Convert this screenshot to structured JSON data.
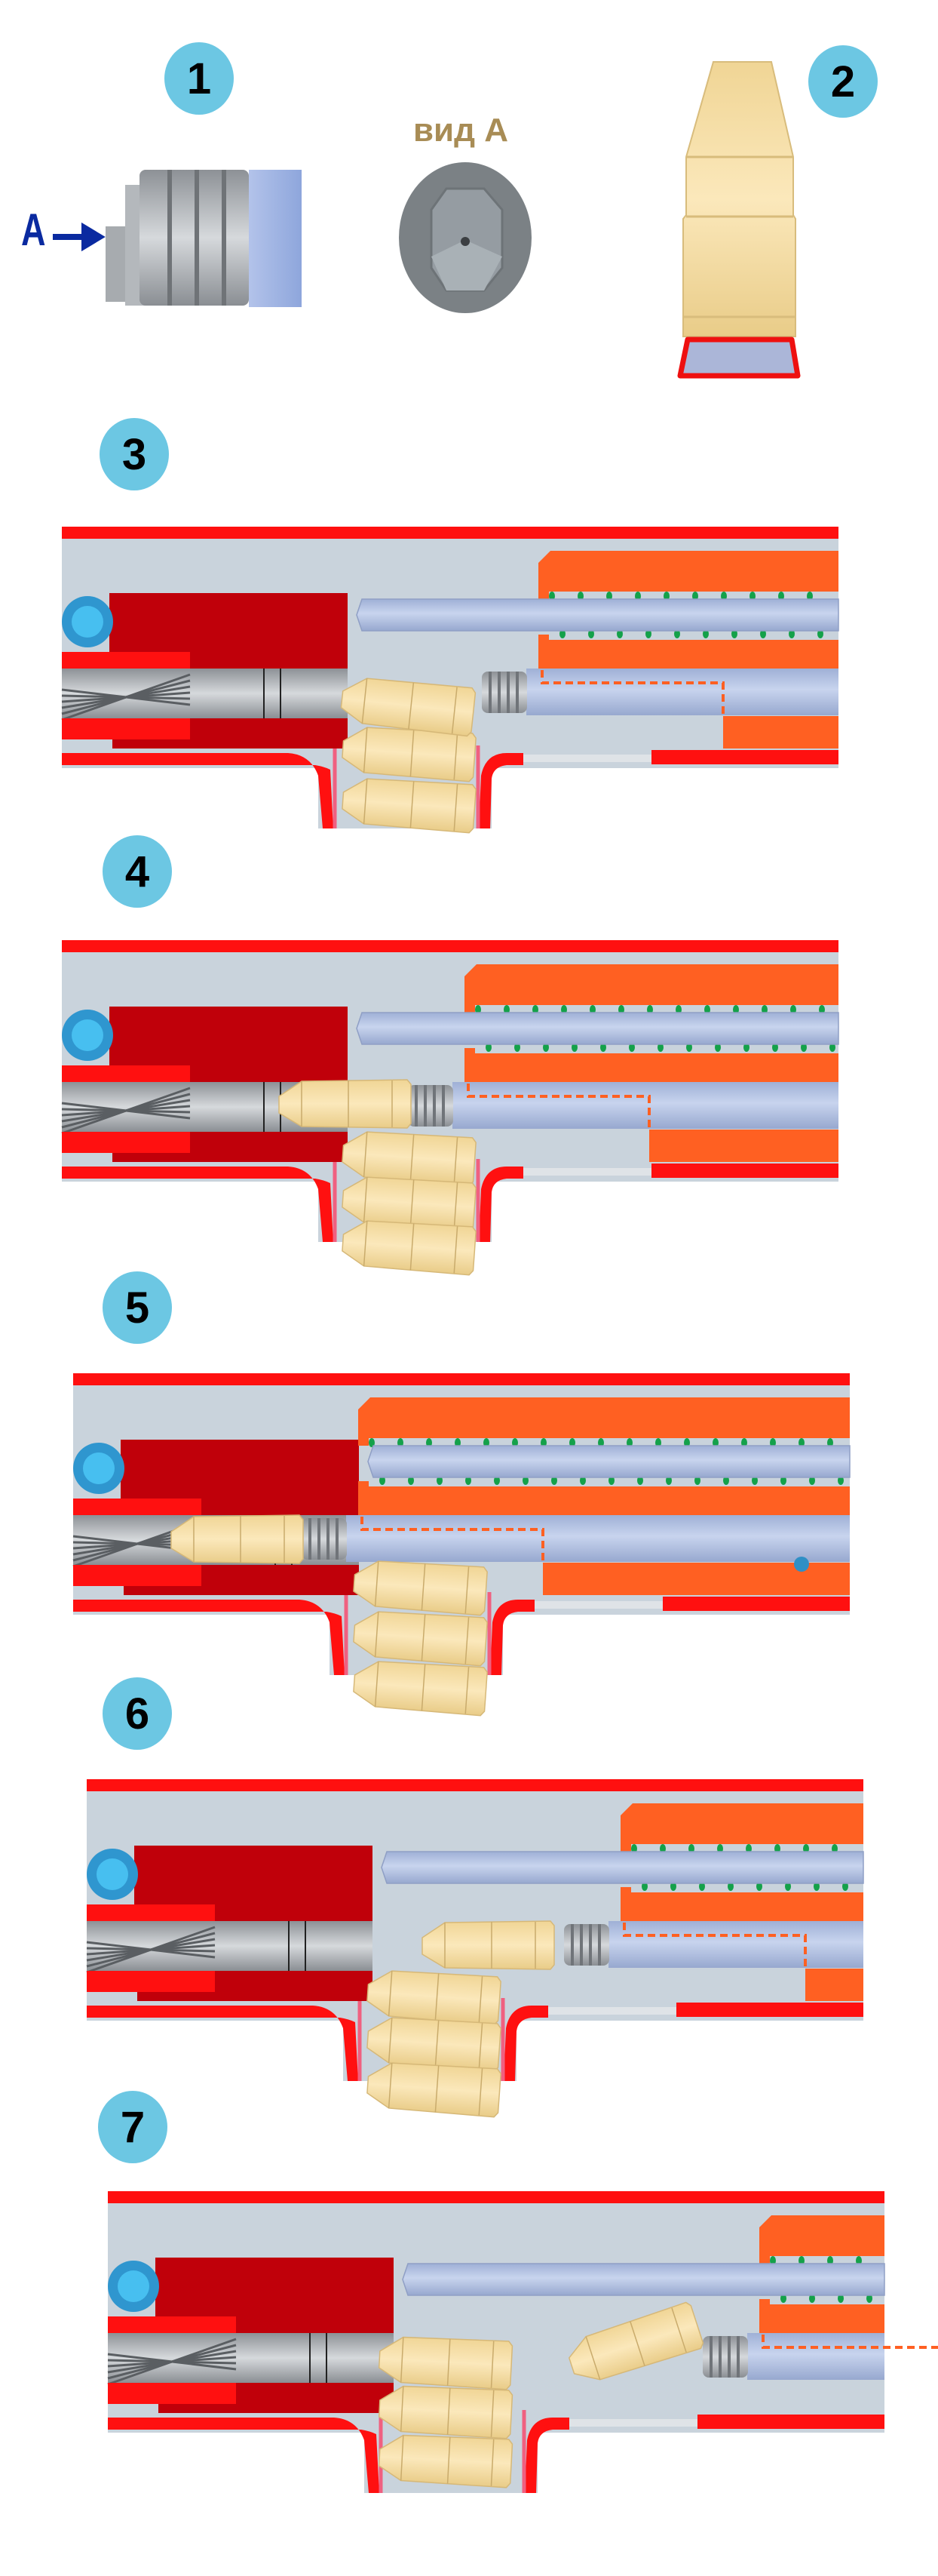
{
  "steps": [
    "1",
    "2",
    "3",
    "4",
    "5",
    "6",
    "7"
  ],
  "part1": {
    "arrow_label": "A",
    "view_label": "вид А"
  },
  "colors": {
    "badge": "#6cc7e3",
    "frame_red": "#ff1010",
    "bolt_carrier_red": "#c0000a",
    "orange_housing": "#ff6022",
    "body_gray": "#c9d3dc",
    "rod_blue": "#aebfe0",
    "spring_green": "#14a14a",
    "cartridge": "#f5dca0",
    "arrow_blue": "#0a2aa0",
    "view_label": "#a88c55"
  }
}
